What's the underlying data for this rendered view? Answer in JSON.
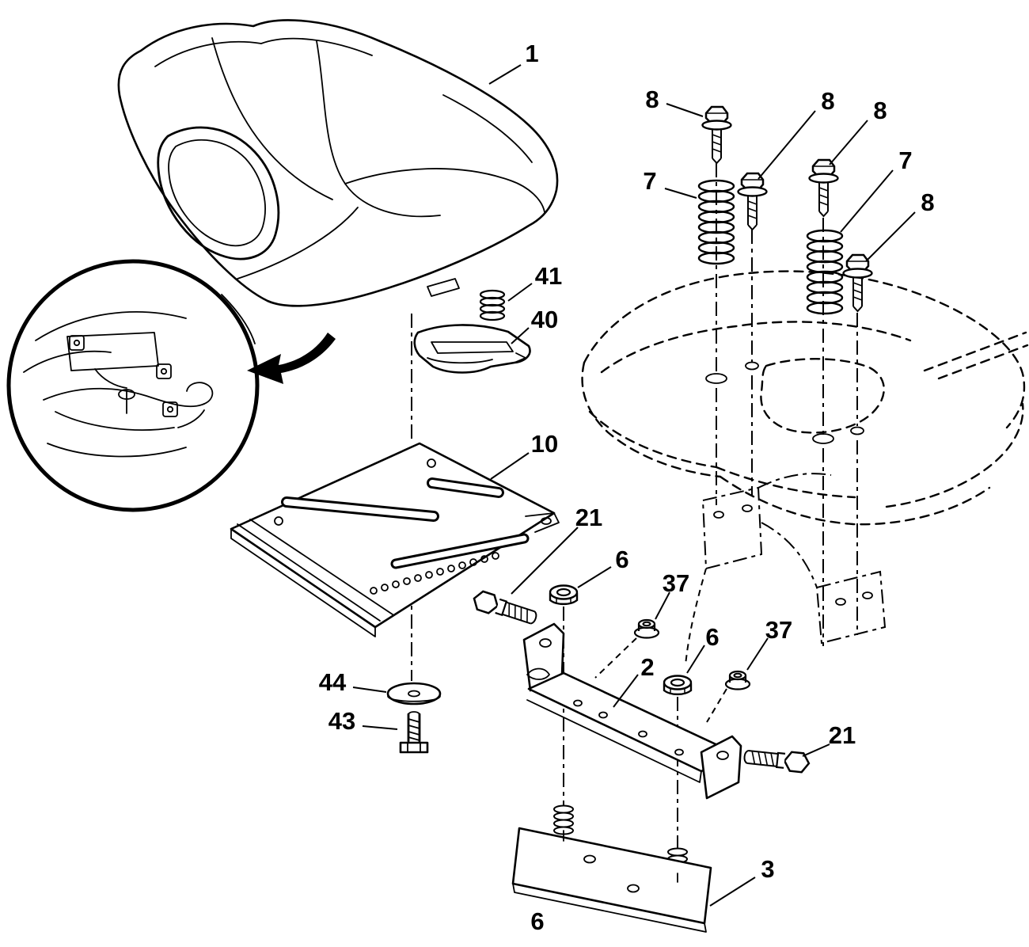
{
  "diagram": {
    "colors": {
      "line": "#000000",
      "background": "#ffffff"
    },
    "callouts": [
      {
        "ref": "seat",
        "text": "1"
      },
      {
        "ref": "flange-bolt-top-left",
        "text": "8"
      },
      {
        "ref": "flange-bolt-top-mid",
        "text": "8"
      },
      {
        "ref": "flange-bolt-top-right",
        "text": "8"
      },
      {
        "ref": "seat-spring-left",
        "text": "7"
      },
      {
        "ref": "seat-spring-right",
        "text": "7"
      },
      {
        "ref": "flange-bolt-far-right",
        "text": "8"
      },
      {
        "ref": "compression-spring",
        "text": "41"
      },
      {
        "ref": "adjustment-clip",
        "text": "40"
      },
      {
        "ref": "seat-pan",
        "text": "10"
      },
      {
        "ref": "shoulder-bolt-left",
        "text": "21"
      },
      {
        "ref": "lock-nut-left",
        "text": "6"
      },
      {
        "ref": "flange-nut-left",
        "text": "37"
      },
      {
        "ref": "lock-nut-right",
        "text": "6"
      },
      {
        "ref": "flange-nut-right",
        "text": "37"
      },
      {
        "ref": "seat-bracket",
        "text": "2"
      },
      {
        "ref": "washer",
        "text": "44"
      },
      {
        "ref": "shoulder-screw",
        "text": "43"
      },
      {
        "ref": "shoulder-bolt-right",
        "text": "21"
      },
      {
        "ref": "mounting-plate",
        "text": "3"
      },
      {
        "ref": "lock-nut-bottom",
        "text": "6"
      }
    ]
  }
}
